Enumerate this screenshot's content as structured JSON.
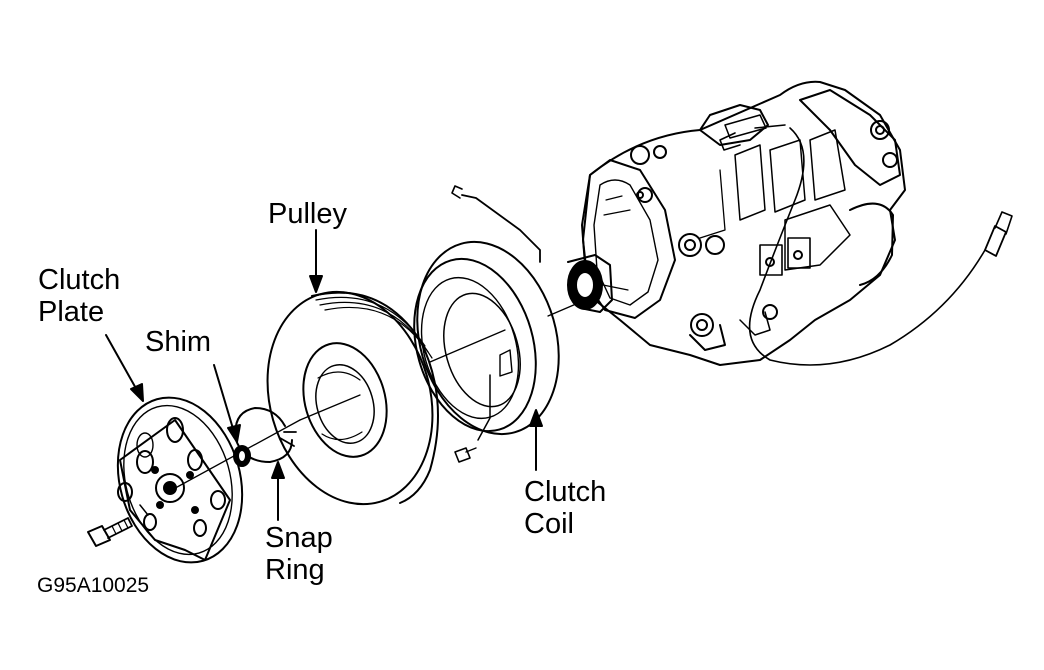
{
  "labels": {
    "pulley": "Pulley",
    "clutch_plate_1": "Clutch",
    "clutch_plate_2": "Plate",
    "shim": "Shim",
    "snap_ring_1": "Snap",
    "snap_ring_2": "Ring",
    "clutch_coil_1": "Clutch",
    "clutch_coil_2": "Coil"
  },
  "figure_code": "G95A10025",
  "colors": {
    "ink": "#000000",
    "paper": "#ffffff"
  }
}
